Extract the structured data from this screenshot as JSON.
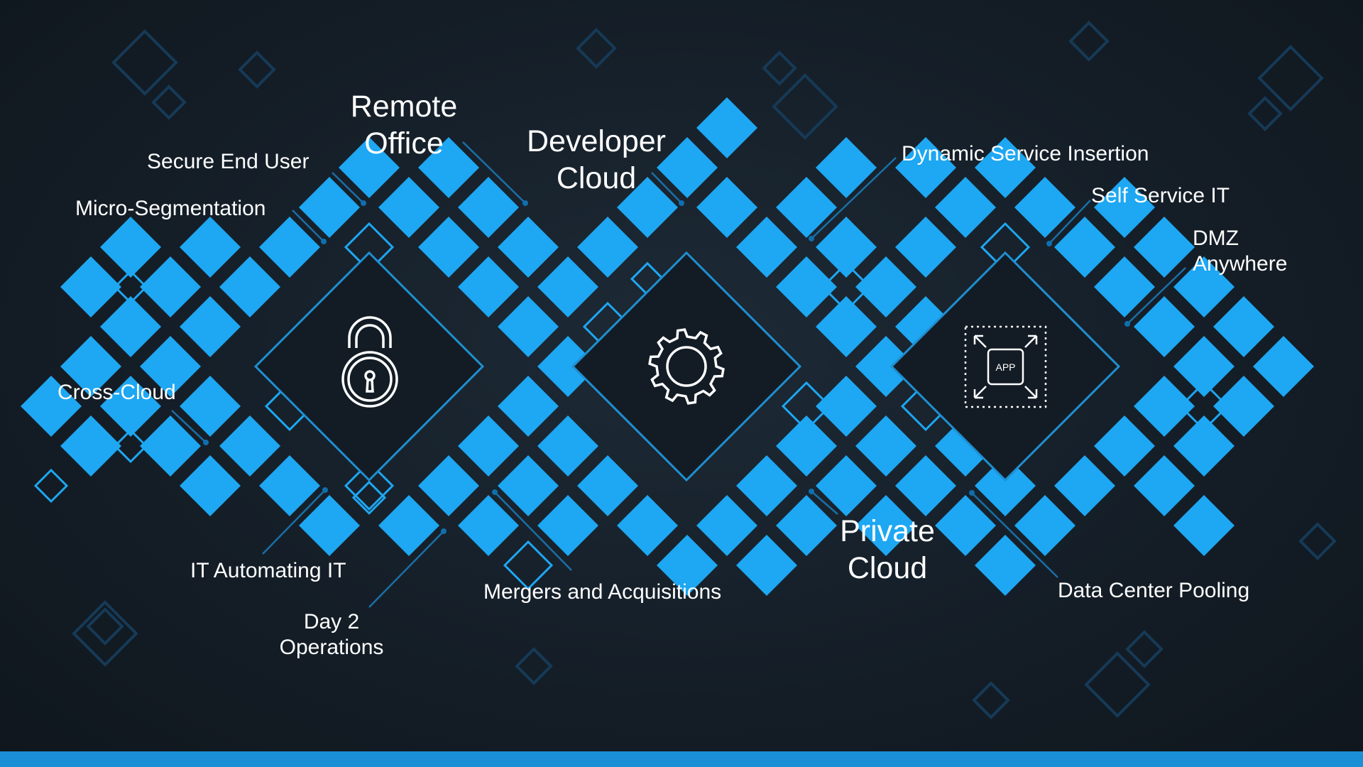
{
  "colors": {
    "background": "#141d26",
    "tile": "#1ea7f2",
    "outline": "#1f8fd0",
    "faint_outline": "#163a57",
    "text": "#ffffff",
    "bottom_bar": "#1b8fd6"
  },
  "icons": [
    "lock-icon",
    "gear-icon",
    "app-icon"
  ],
  "app_icon_text": "APP",
  "labels": {
    "secure_end_user": "Secure End User",
    "micro_segmentation": "Micro-Segmentation",
    "remote_office_1": "Remote",
    "remote_office_2": "Office",
    "developer_cloud_1": "Developer",
    "developer_cloud_2": "Cloud",
    "dynamic_service_insertion": "Dynamic Service Insertion",
    "self_service_it": "Self Service IT",
    "dmz_anywhere_1": "DMZ",
    "dmz_anywhere_2": "Anywhere",
    "cross_cloud": "Cross-Cloud",
    "it_automating_it": "IT Automating IT",
    "day2_operations_1": "Day 2",
    "day2_operations_2": "Operations",
    "mergers_and_acquisitions": "Mergers and Acquisitions",
    "private_cloud_1": "Private",
    "private_cloud_2": "Cloud",
    "data_center_pooling": "Data Center Pooling"
  }
}
